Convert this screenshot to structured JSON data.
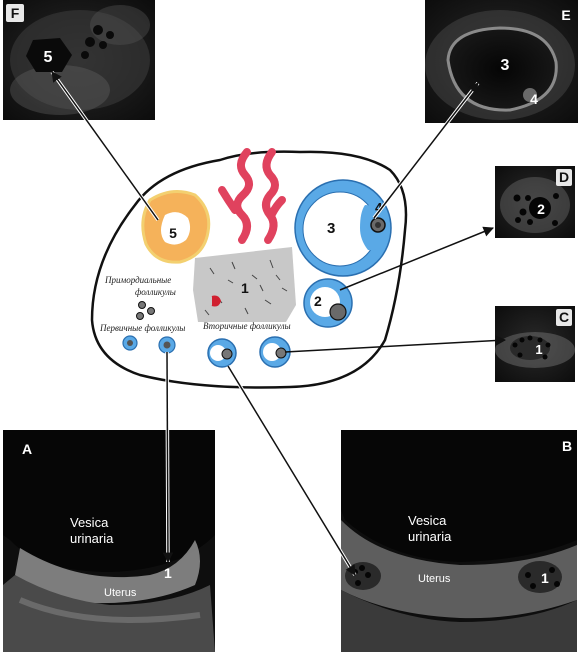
{
  "panels": {
    "F": {
      "badge": "F",
      "follicle_number": "5"
    },
    "E": {
      "badge": "E",
      "follicle_number": "3",
      "oocyte_number": "4"
    },
    "D": {
      "badge": "D",
      "follicle_number": "2"
    },
    "C": {
      "badge": "C",
      "follicle_number": "1"
    },
    "A": {
      "badge": "A",
      "organ_label_line1": "Vesica",
      "organ_label_line2": "urinaria",
      "follicle_number": "1",
      "uterus_label": "Uterus"
    },
    "B": {
      "badge": "B",
      "organ_label_line1": "Vesica",
      "organ_label_line2": "urinaria",
      "follicle_number": "1",
      "uterus_label": "Uterus"
    }
  },
  "ovary": {
    "corpus_luteum_number": "5",
    "preovulatory_follicle_number": "3",
    "oocyte_number": "4",
    "antral_follicle_number": "2",
    "stroma_number": "1",
    "primordial_label_line1": "Примордиальные",
    "primordial_label_line2": "фолликулы",
    "primary_label": "Первичные фолликулы",
    "secondary_label": "Вторичные фолликулы"
  },
  "colors": {
    "follicle_blue": "#5aa9e6",
    "follicle_outline": "#2a6fb0",
    "corpus_orange": "#f5b25a",
    "vessel_red": "#e0425e",
    "stroma_gray": "#c8c8c8",
    "arrow": "#111111"
  }
}
